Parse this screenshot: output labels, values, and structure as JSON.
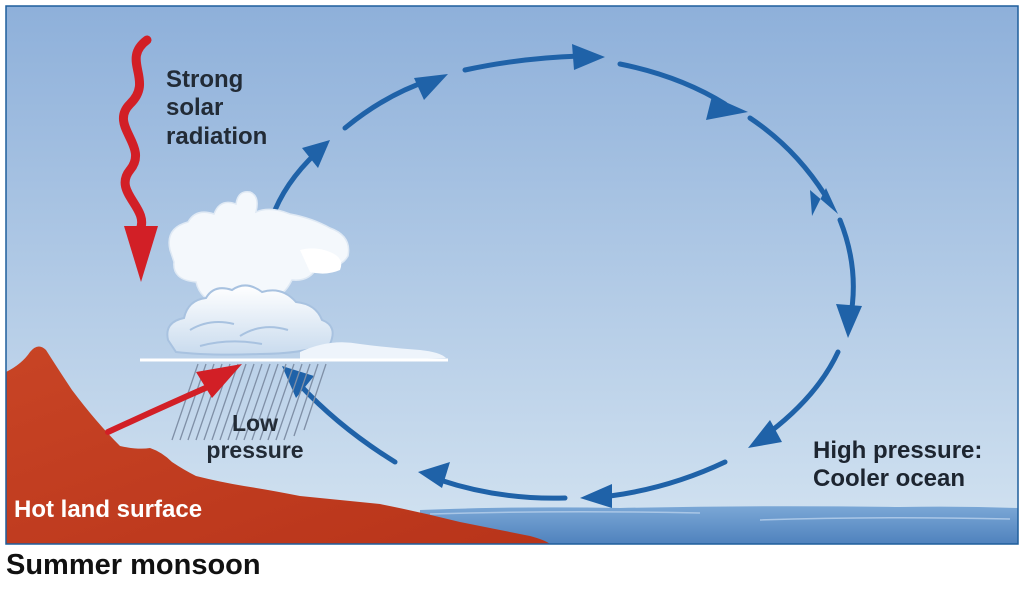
{
  "labels": {
    "solar_line1": "Strong",
    "solar_line2": "solar",
    "solar_line3": "radiation",
    "low_line1": "Low",
    "low_line2": "pressure",
    "high_line1": "High pressure:",
    "high_line2": "Cooler ocean",
    "land": "Hot land surface"
  },
  "caption": "Summer monsoon",
  "colors": {
    "sky_top": "#8eb0da",
    "sky_bottom": "#d3e3f1",
    "ocean": "#5d8fc8",
    "land": "#c23b1f",
    "circulation_arrow": "#1f62a8",
    "radiation_arrow": "#d21f26",
    "frame": "#1f5e9c"
  },
  "icons": {
    "solar_radiation": "wavy-down-arrow",
    "surface_wind": "straight-arrow",
    "cloud": "cumulonimbus-cloud",
    "rain": "rain-streaks"
  }
}
